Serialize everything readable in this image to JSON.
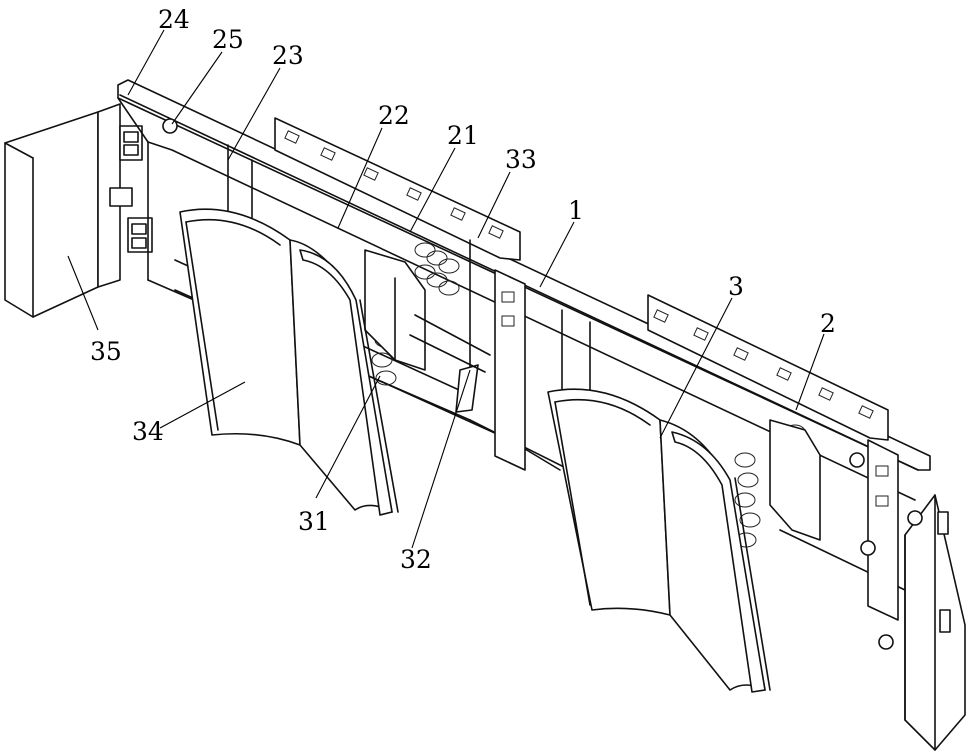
{
  "labels": {
    "l24": "24",
    "l25": "25",
    "l23": "23",
    "l22": "22",
    "l21": "21",
    "l33": "33",
    "l1": "1",
    "l3": "3",
    "l2": "2",
    "l35": "35",
    "l34": "34",
    "l31": "31",
    "l32": "32"
  }
}
